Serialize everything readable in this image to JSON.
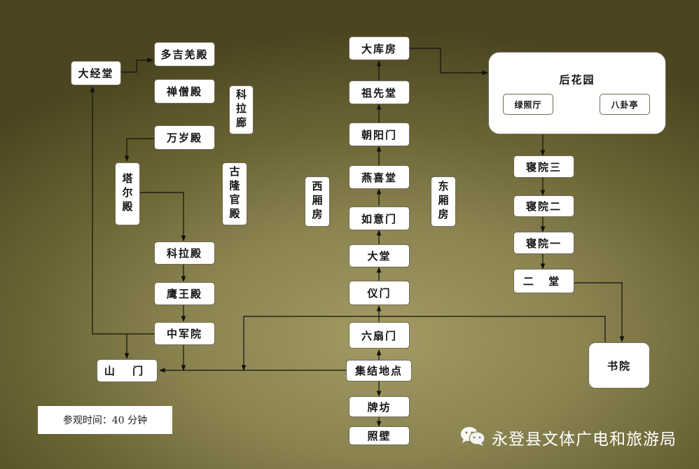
{
  "nodes": {
    "dajingtang": "大经堂",
    "duojiqiangdian": "多吉羌殿",
    "chansengdian": "禅僧殿",
    "kelalang": "科拉廊",
    "wansuidian": "万岁殿",
    "taerdian": "塔尔殿",
    "gulongguandian": "古隆官殿",
    "keladian": "科拉殿",
    "yingwangdian": "鹰王殿",
    "zhongjunyuan": "中军院",
    "shanmen": "山 门",
    "xixiangfang": "西厢房",
    "dongxiangfang": "东厢房",
    "dakufang": "大库房",
    "zuxiantang": "祖先堂",
    "chaoyangmen": "朝阳门",
    "yanxitang": "燕喜堂",
    "ruyimen": "如意门",
    "datang": "大堂",
    "yimen": "仪门",
    "liushanmen": "六扇门",
    "jijiedidian": "集结地点",
    "paifang": "牌坊",
    "zhaobi": "照壁",
    "houhuayuan": "后花园",
    "lvzhaoting": "绿照厅",
    "baguating": "八卦亭",
    "qinyuansan": "寝院三",
    "qinyuaner": "寝院二",
    "qinyuanyi": "寝院一",
    "ertang": "二 堂",
    "shuyuan": "书院"
  },
  "visit_time_note": "参观时间：40 分钟",
  "brand": {
    "icon": "wechat-icon",
    "text": "永登县文体广电和旅游局"
  },
  "colors": {
    "line": "#111111",
    "node_bg": "#ffffff",
    "brand_text": "#ffffff"
  }
}
